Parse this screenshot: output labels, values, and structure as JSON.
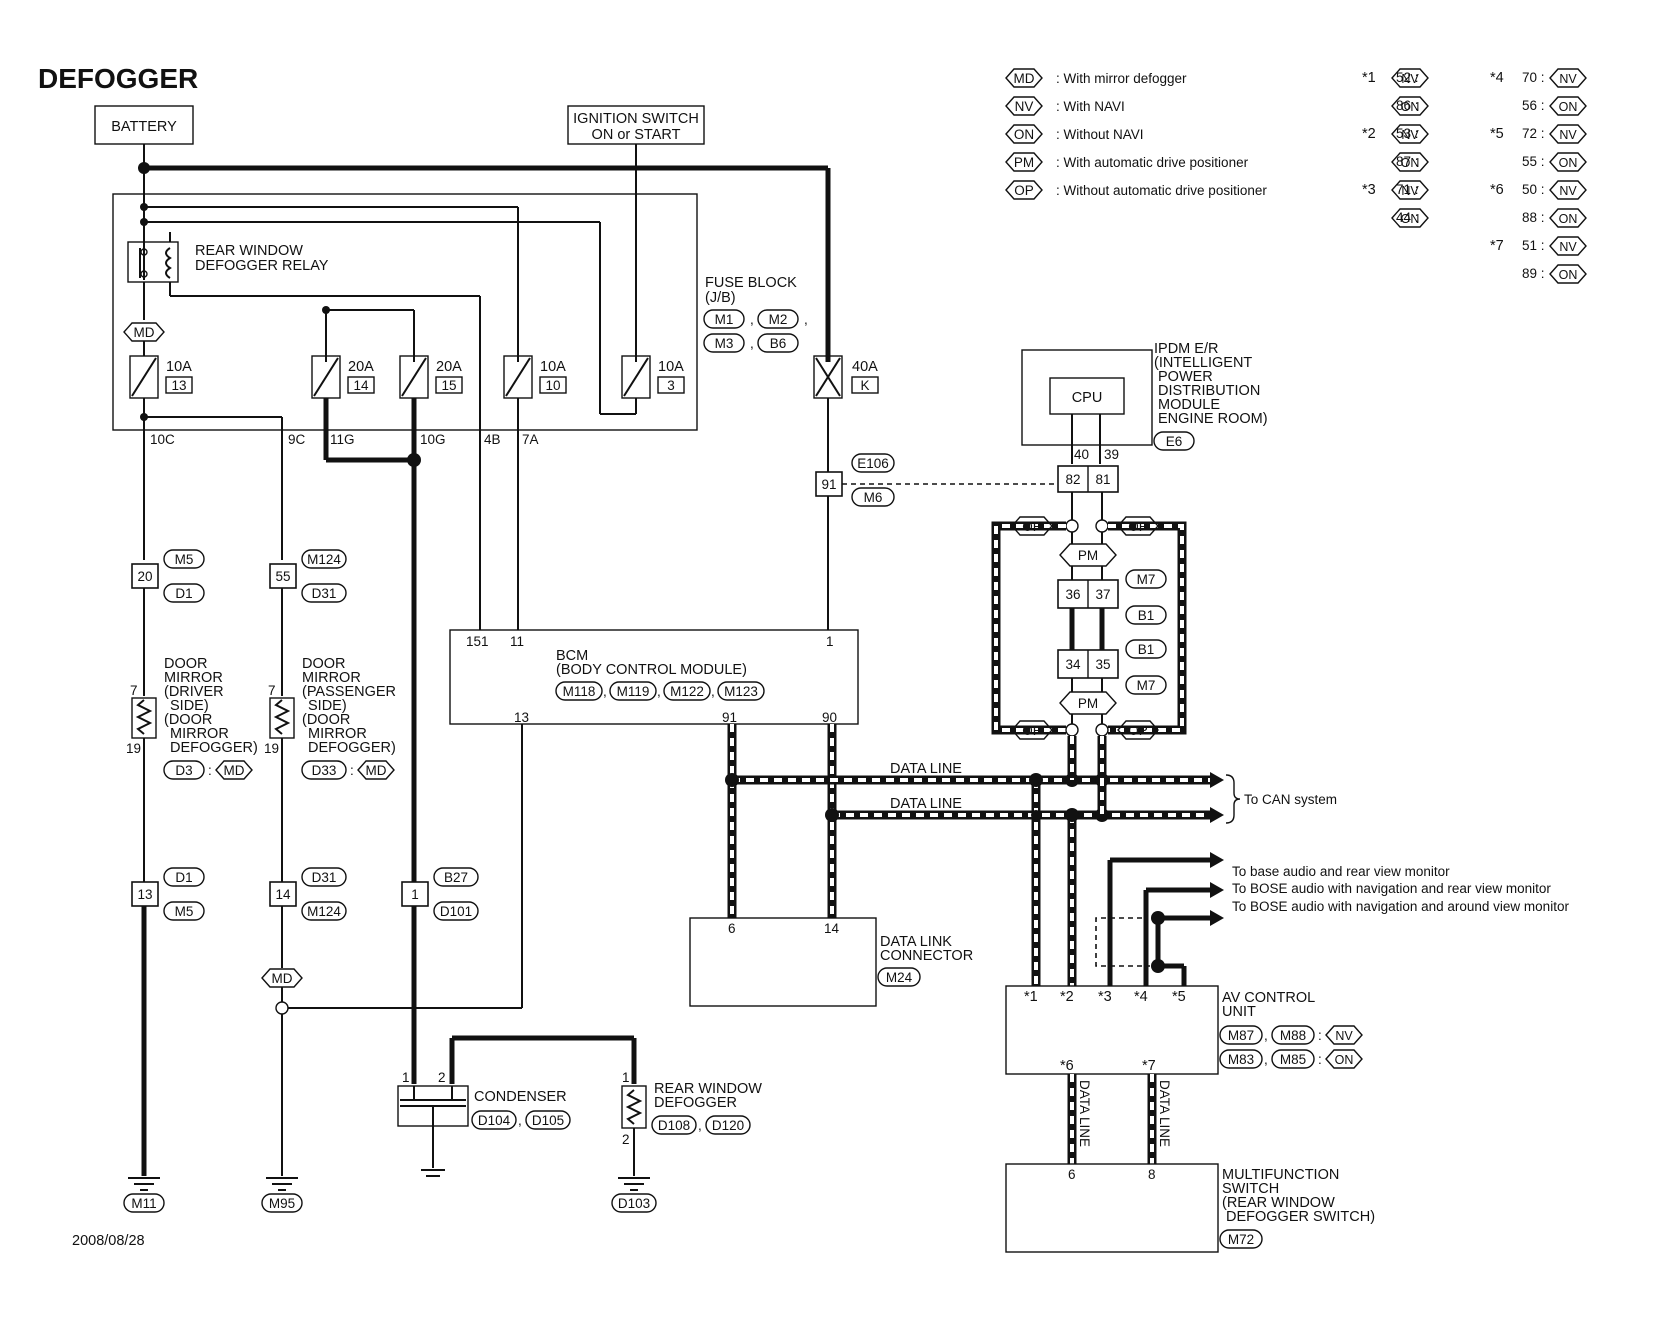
{
  "title": "DEFOGGER",
  "date": "2008/08/28",
  "legend": [
    {
      "code": "MD",
      "text": ": With mirror defogger"
    },
    {
      "code": "NV",
      "text": ": With NAVI"
    },
    {
      "code": "ON",
      "text": ": Without NAVI"
    },
    {
      "code": "PM",
      "text": ": With automatic drive positioner"
    },
    {
      "code": "OP",
      "text": ": Without automatic drive positioner"
    }
  ],
  "notes": {
    "n1": {
      "star": "*1",
      "a": "52 :",
      "a_tag": "NV",
      "b": "86 :",
      "b_tag": "ON"
    },
    "n2": {
      "star": "*2",
      "a": "53 :",
      "a_tag": "NV",
      "b": "87 :",
      "b_tag": "ON"
    },
    "n3": {
      "star": "*3",
      "a": "71 :",
      "a_tag": "NV",
      "b": "44 :",
      "b_tag": "ON"
    },
    "n4": {
      "star": "*4",
      "a": "70 :",
      "a_tag": "NV",
      "b": "56 :",
      "b_tag": "ON"
    },
    "n5": {
      "star": "*5",
      "a": "72 :",
      "a_tag": "NV",
      "b": "55 :",
      "b_tag": "ON"
    },
    "n6": {
      "star": "*6",
      "a": "50 :",
      "a_tag": "NV",
      "b": "88 :",
      "b_tag": "ON"
    },
    "n7": {
      "star": "*7",
      "a": "51 :",
      "a_tag": "NV",
      "b": "89 :",
      "b_tag": "ON"
    }
  },
  "battery": "BATTERY",
  "ignition": {
    "line1": "IGNITION SWITCH",
    "line2": "ON or START"
  },
  "relay": {
    "line1": "REAR WINDOW",
    "line2": "DEFOGGER RELAY"
  },
  "fuse_block": {
    "line1": "FUSE BLOCK",
    "line2": "(J/B)",
    "c1": "M1",
    "c2": "M2",
    "c3": "M3",
    "c4": "B6",
    "comma": ","
  },
  "fuses": {
    "f13": {
      "amp": "10A",
      "no": "13"
    },
    "f14": {
      "amp": "20A",
      "no": "14"
    },
    "f15": {
      "amp": "20A",
      "no": "15"
    },
    "f10": {
      "amp": "10A",
      "no": "10"
    },
    "f3": {
      "amp": "10A",
      "no": "3"
    },
    "fk": {
      "amp": "40A",
      "no": "K"
    }
  },
  "md_tag": "MD",
  "terminals": {
    "t10c": "10C",
    "t9c": "9C",
    "t11g": "11G",
    "t10g": "10G",
    "t4b": "4B",
    "t7a": "7A"
  },
  "ipdm": {
    "l1": "IPDM E/R",
    "l2": "(INTELLIGENT",
    "l3": "POWER",
    "l4": "DISTRIBUTION",
    "l5": "MODULE",
    "l6": "ENGINE ROOM)",
    "conn": "E6",
    "cpu": "CPU",
    "p40": "40",
    "p39": "39",
    "p82": "82",
    "p81": "81"
  },
  "joint_e106": {
    "pin": "91",
    "c1": "E106",
    "c2": "M6"
  },
  "bcm": {
    "l1": "BCM",
    "l2": "(BODY CONTROL MODULE)",
    "c1": "M118",
    "c2": "M119",
    "c3": "M122",
    "c4": "M123",
    "p151": "151",
    "p11": "11",
    "p1": "1",
    "p13": "13",
    "p91": "91",
    "p90": "90"
  },
  "conn_m5": {
    "pin": "20",
    "c1": "M5",
    "c2": "D1"
  },
  "conn_m124": {
    "pin": "55",
    "c1": "M124",
    "c2": "D31"
  },
  "mirror_driver": {
    "l1": "DOOR",
    "l2": "MIRROR",
    "l3": "(DRIVER",
    "l4": "SIDE)",
    "l5": "(DOOR",
    "l6": "MIRROR",
    "l7": "DEFOGGER)",
    "conn": "D3",
    "sep": ":",
    "tag": "MD",
    "p7": "7",
    "p19": "19"
  },
  "mirror_pass": {
    "l1": "DOOR",
    "l2": "MIRROR",
    "l3": "(PASSENGER",
    "l4": "SIDE)",
    "l5": "(DOOR",
    "l6": "MIRROR",
    "l7": "DEFOGGER)",
    "conn": "D33",
    "sep": ":",
    "tag": "MD",
    "p7": "7",
    "p19": "19"
  },
  "conn_d1": {
    "pin": "13",
    "c1": "D1",
    "c2": "M5"
  },
  "conn_d31": {
    "pin": "14",
    "c1": "D31",
    "c2": "M124"
  },
  "conn_b27": {
    "pin": "1",
    "c1": "B27",
    "c2": "D101"
  },
  "grounds": {
    "g1": "M11",
    "g2": "M95",
    "g3": "D103"
  },
  "condenser": {
    "label": "CONDENSER",
    "c1": "D104",
    "c2": "D105",
    "p1": "1",
    "p2": "2"
  },
  "rear_defogger": {
    "l1": "REAR WINDOW",
    "l2": "DEFOGGER",
    "c1": "D108",
    "c2": "D120",
    "p1": "1",
    "p2": "2"
  },
  "data_line": "DATA LINE",
  "data_line2": "DATA LINE",
  "to_can": "To CAN system",
  "dlc": {
    "l1": "DATA LINK",
    "l2": "CONNECTOR",
    "conn": "M24",
    "p6": "6",
    "p14": "14"
  },
  "audio_notes": {
    "a1": "To base audio and rear view monitor",
    "a2": "To BOSE audio with navigation and rear view monitor",
    "a3": "To BOSE audio with navigation and around view monitor"
  },
  "av_unit": {
    "l1": "AV CONTROL",
    "l2": "UNIT",
    "c1": "M87",
    "c2": "M88",
    "tag1": "NV",
    "c3": "M83",
    "c4": "M85",
    "tag2": "ON",
    "s1": "*1",
    "s2": "*2",
    "s3": "*3",
    "s4": "*4",
    "s5": "*5",
    "s6": "*6",
    "s7": "*7"
  },
  "joint_m7": {
    "p36": "36",
    "p37": "37",
    "p34": "34",
    "p35": "35",
    "c1": "M7",
    "c2": "B1",
    "c3": "B1",
    "c4": "M7",
    "pm": "PM",
    "op": "OP"
  },
  "mfs": {
    "l1": "MULTIFUNCTION",
    "l2": "SWITCH",
    "l3": "(REAR WINDOW",
    "l4": "DEFOGGER SWITCH)",
    "conn": "M72",
    "p6": "6",
    "p8": "8"
  }
}
